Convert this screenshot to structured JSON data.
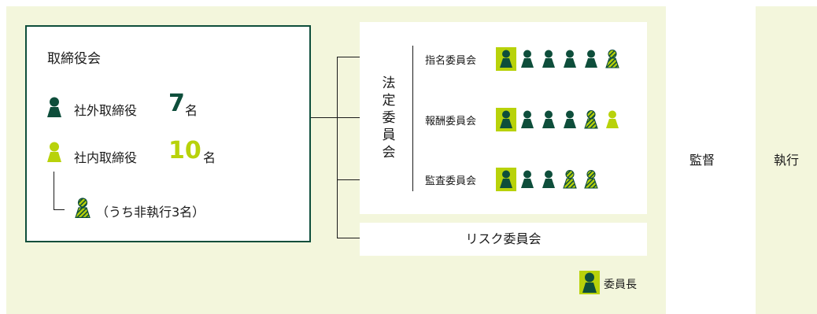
{
  "colors": {
    "dark_green": "#0e4e3b",
    "lime": "#b8d20a",
    "panel_bg": "#f3f6dc"
  },
  "board": {
    "title": "取締役会",
    "external": {
      "label": "社外取締役",
      "count": "7",
      "unit": "名",
      "icon": "dark-person-icon"
    },
    "internal": {
      "label": "社内取締役",
      "count": "10",
      "unit": "名",
      "icon": "lime-person-icon"
    },
    "non_exec_note": "（うち非執行3名）"
  },
  "statutory": {
    "title": "法定委員会",
    "committees": [
      {
        "name": "指名委員会",
        "members": [
          "dark-chair",
          "dark",
          "dark",
          "dark",
          "dark",
          "hatched"
        ]
      },
      {
        "name": "報酬委員会",
        "members": [
          "dark-chair",
          "dark",
          "dark",
          "dark",
          "hatched",
          "lime"
        ]
      },
      {
        "name": "監査委員会",
        "members": [
          "dark-chair",
          "dark",
          "dark",
          "hatched",
          "hatched"
        ]
      }
    ]
  },
  "risk_committee": "リスク委員会",
  "legend": {
    "label": "委員長"
  },
  "oversight": "監督",
  "execution": "執行"
}
